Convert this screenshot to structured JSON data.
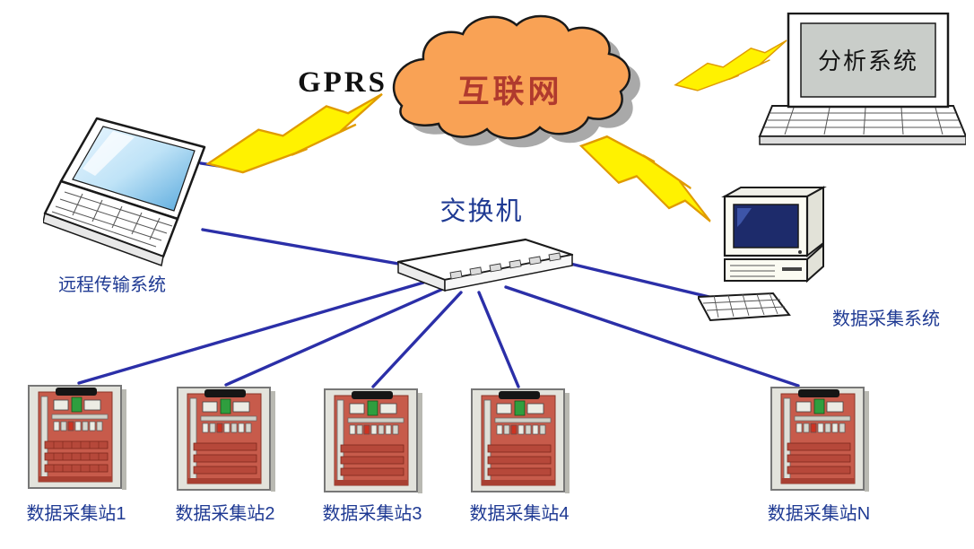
{
  "diagram": {
    "gprs_label": "GPRS",
    "cloud_label": "互联网",
    "switch_label": "交换机",
    "remote_label": "远程传输系统",
    "analysis_label": "分析系统",
    "daq_label": "数据采集系统",
    "stations": [
      "数据采集站1",
      "数据采集站2",
      "数据采集站3",
      "数据采集站4",
      "数据采集站N"
    ],
    "colors": {
      "cloud_fill": "#F9A255",
      "cloud_text": "#B03A2E",
      "bolt_fill": "#FFF200",
      "bolt_stroke": "#E09B00",
      "line": "#2B2FA8",
      "label": "#1F3A93"
    }
  }
}
